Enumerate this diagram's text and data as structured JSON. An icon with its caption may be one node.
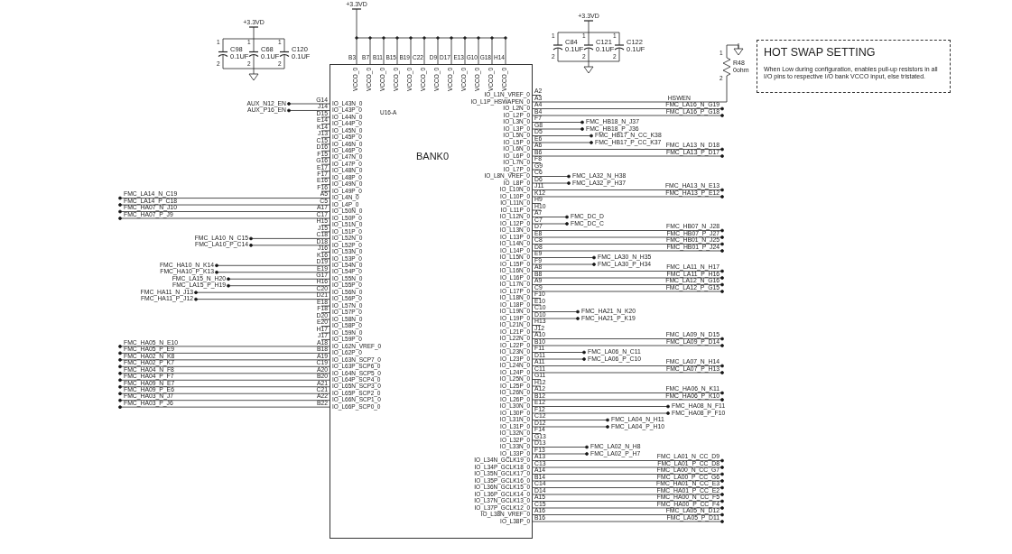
{
  "diagram": {
    "nodes": [
      {
        "text": [
          "U16-A",
          "BANK0"
        ]
      },
      {
        "text": [
          "HOT SWAP SETTING",
          "When Low during configuration, enables pull-up resistors in all I/O pins to respective I/O bank VCCO input, else tristated."
        ]
      }
    ],
    "labels": [
      "+3.3VD",
      "1",
      "C98",
      "0.1UF",
      "2",
      "1",
      "C68",
      "0.1UF",
      "2",
      "1",
      "C120",
      "0.1UF",
      "2",
      "+3.3VD",
      "B3",
      "VCCO_0",
      "B7",
      "VCCO_0",
      "B11",
      "VCCO_0",
      "B15",
      "VCCO_0",
      "B19",
      "VCCO_0",
      "C22",
      "VCCO_0",
      "D9",
      "VCCO_0",
      "D17",
      "VCCO_0",
      "E13",
      "VCCO_0",
      "G10",
      "VCCO_0",
      "G18",
      "VCCO_0",
      "H14",
      "VCCO_0",
      "+3.3VD",
      "1",
      "C84",
      "0.1UF",
      "2",
      "1",
      "C121",
      "0.1UF",
      "2",
      "1",
      "C122",
      "0.1UF",
      "2",
      "1",
      "R48",
      "0ohm",
      "2",
      "AUX_N12_EN",
      "G14",
      "IO_L43N_0",
      "AUX_P16_EN",
      "J14",
      "IO_L43P_0",
      "D15",
      "IO_L44N_0",
      "E14",
      "IO_L44P_0",
      "K14",
      "IO_L45N_0",
      "J13",
      "IO_L45P_0",
      "C15",
      "IO_L46N_0",
      "D16",
      "IO_L46P_0",
      "F15",
      "IO_L47N_0",
      "G16",
      "IO_L47P_0",
      "E17",
      "IO_L48N_0",
      "F17",
      "IO_L48P_0",
      "E16",
      "IO_L49N_0",
      "F16",
      "IO_L49P_0",
      "FMC_LA14_N_C19",
      "A5",
      "IO_L4N_0",
      "FMC_LA14_P_C18",
      "C5",
      "IO_L4P_0",
      "FMC_HA07_N_J10",
      "A17",
      "IO_L50N_0",
      "FMC_HA07_P_J9",
      "C17",
      "IO_L50P_0",
      "H15",
      "IO_L51N_0",
      "J15",
      "IO_L51P_0",
      "FMC_LA10_N_C15",
      "C18",
      "IO_L52N_0",
      "FMC_LA10_P_C14",
      "D18",
      "IO_L52P_0",
      "J16",
      "IO_L53N_0",
      "K16",
      "IO_L53P_0",
      "FMC_HA10_N_K14",
      "D19",
      "IO_L54N_0",
      "FMC_HA10_P_K13",
      "E19",
      "IO_L54P_0",
      "FMC_LA15_N_H20",
      "G17",
      "IO_L55N_0",
      "FMC_LA15_P_H19",
      "H16",
      "IO_L55P_0",
      "FMC_HA11_N_J13",
      "C20",
      "IO_L56N_0",
      "FMC_HA11_P_J12",
      "D21",
      "IO_L56P_0",
      "E18",
      "IO_L57N_0",
      "F18",
      "IO_L57P_0",
      "D20",
      "IO_L58N_0",
      "E20",
      "IO_L58P_0",
      "H17",
      "IO_L59N_0",
      "J17",
      "IO_L59P_0",
      "FMC_HA05_N_E10",
      "A18",
      "IO_L62N_VREF_0",
      "FMC_HA05_P_E9",
      "B18",
      "IO_L62P_0",
      "FMC_HA02_N_K8",
      "A19",
      "IO_L63N_SCP7_0",
      "FMC_HA02_P_K7",
      "C19",
      "IO_L63P_SCP6_0",
      "FMC_HA04_N_F8",
      "A20",
      "IO_L64N_SCP5_0",
      "FMC_HA04_P_F7",
      "B20",
      "IO_L64P_SCP4_0",
      "FMC_HA09_N_E7",
      "A21",
      "IO_L65N_SCP3_0",
      "FMC_HA09_P_E6",
      "C21",
      "IO_L65P_SCP2_0",
      "FMC_HA03_N_J7",
      "A22",
      "IO_L66N_SCP1_0",
      "FMC_HA03_P_J6",
      "B22",
      "IO_L66P_SCP0_0",
      "IO_L1N_VREF_0",
      "A2",
      "IO_L1P_HSWAPEN_0",
      "A3",
      "HSWEN",
      "IO_L2N_0",
      "A4",
      "FMC_LA16_N_G19",
      "IO_L2P_0",
      "B4",
      "FMC_LA16_P_G18",
      "IO_L3N_0",
      "F7",
      "FMC_HB18_N_J37",
      "IO_L3P_0",
      "G8",
      "FMC_HB18_P_J36",
      "IO_L5N_0",
      "D5",
      "FMC_HB17_N_CC_K38",
      "IO_L5P_0",
      "E6",
      "FMC_HB17_P_CC_K37",
      "IO_L6N_0",
      "A6",
      "FMC_LA13_N_D18",
      "IO_L6P_0",
      "B6",
      "FMC_LA13_P_D17",
      "IO_L7N_0",
      "F8",
      "IO_L7P_0",
      "G9",
      "IO_L8N_VREF_0",
      "C6",
      "FMC_LA32_N_H38",
      "IO_L8P_0",
      "D6",
      "FMC_LA32_P_H37",
      "IO_L10N_0",
      "J11",
      "FMC_HA13_N_E13",
      "IO_L10P_0",
      "K12",
      "FMC_HA13_P_E12",
      "IO_L11N_0",
      "H9",
      "IO_L11P_0",
      "H10",
      "IO_L12N_0",
      "A7",
      "FMC_DC_D",
      "IO_L12P_0",
      "C7",
      "FMC_DC_C",
      "IO_L13N_0",
      "D7",
      "FMC_HB07_N_J28",
      "IO_L13P_0",
      "E8",
      "FMC_HB07_P_J27",
      "IO_L14N_0",
      "C8",
      "FMC_HB01_N_J25",
      "IO_L14P_0",
      "D8",
      "FMC_HB01_P_J24",
      "IO_L15N_0",
      "E9",
      "FMC_LA30_N_H35",
      "IO_L15P_0",
      "F9",
      "FMC_LA30_P_H34",
      "IO_L16N_0",
      "A8",
      "FMC_LA11_N_H17",
      "IO_L16P_0",
      "B8",
      "FMC_LA11_P_H16",
      "IO_L17N_0",
      "A9",
      "FMC_LA12_N_G16",
      "IO_L17P_0",
      "C9",
      "FMC_LA12_P_G15",
      "IO_L18N_0",
      "F10",
      "IO_L18P_0",
      "E10",
      "IO_L19N_0",
      "C10",
      "FMC_HA21_N_K20",
      "IO_L19P_0",
      "D10",
      "FMC_HA21_P_K19",
      "IO_L21N_0",
      "H13",
      "IO_L21P_0",
      "J12",
      "IO_L22N_0",
      "A10",
      "FMC_LA09_N_D15",
      "IO_L22P_0",
      "B10",
      "FMC_LA09_P_D14",
      "IO_L23N_0",
      "F11",
      "FMC_LA06_N_C11",
      "IO_L23P_0",
      "D11",
      "FMC_LA06_P_C10",
      "IO_L24N_0",
      "A11",
      "FMC_LA07_N_H14",
      "IO_L24P_0",
      "C11",
      "FMC_LA07_P_H13",
      "IO_L25N_0",
      "G11",
      "IO_L25P_0",
      "H12",
      "IO_L26N_0",
      "A12",
      "FMC_HA06_N_K11",
      "IO_L26P_0",
      "B12",
      "FMC_HA06_P_K10",
      "IO_L30N_0",
      "E12",
      "FMC_HA08_N_F11",
      "IO_L30P_0",
      "F12",
      "FMC_HA08_P_F10",
      "IO_L31N_0",
      "C12",
      "FMC_LA04_N_H11",
      "IO_L31P_0",
      "D12",
      "FMC_LA04_P_H10",
      "IO_L32N_0",
      "F14",
      "IO_L32P_0",
      "G13",
      "IO_L33N_0",
      "D13",
      "FMC_LA02_N_H8",
      "IO_L33P_0",
      "F13",
      "FMC_LA02_P_H7",
      "IO_L34N_GCLK19_0",
      "A13",
      "FMC_LA01_N_CC_D9",
      "IO_L34P_GCLK18_0",
      "C13",
      "FMC_LA01_P_CC_D8",
      "IO_L35N_GCLK17_0",
      "A14",
      "FMC_LA00_N_CC_G7",
      "IO_L35P_GCLK16_0",
      "B14",
      "FMC_LA00_P_CC_G6",
      "IO_L36N_GCLK15_0",
      "C14",
      "FMC_HA01_N_CC_E3",
      "IO_L36P_GCLK14_0",
      "D14",
      "FMC_HA01_P_CC_E2",
      "IO_L37N_GCLK13_0",
      "A15",
      "FMC_HA00_N_CC_F5",
      "IO_L37P_GCLK12_0",
      "C15",
      "FMC_HA00_P_CC_F4",
      "IO_L38N_VREF_0",
      "A16",
      "FMC_LA05_N_D12",
      "IO_L38P_0",
      "B16",
      "FMC_LA05_P_D11"
    ]
  }
}
